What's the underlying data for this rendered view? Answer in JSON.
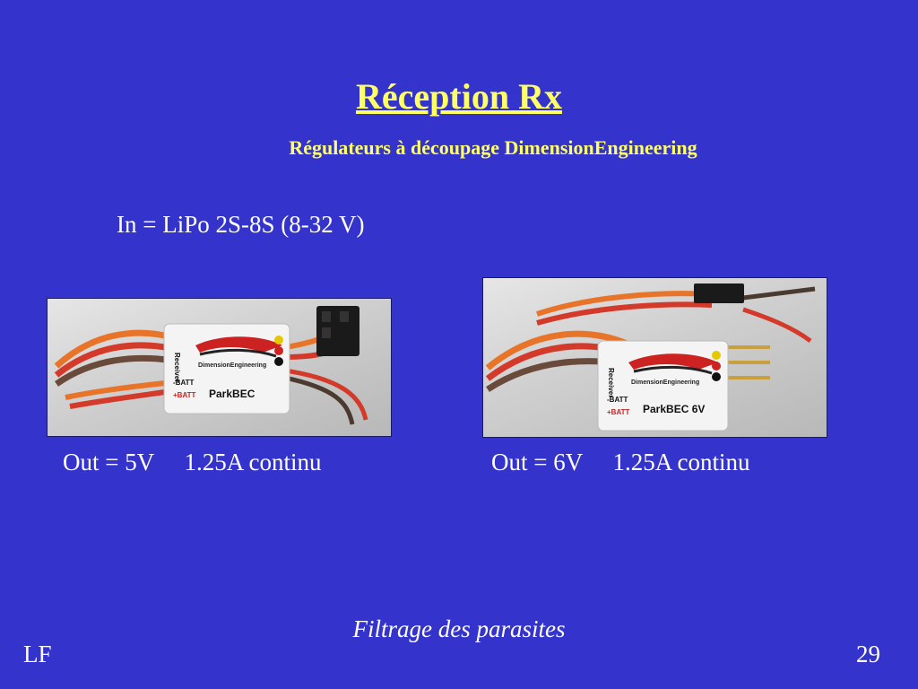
{
  "slide": {
    "title": "Réception Rx",
    "subtitle": "Régulateurs à découpage DimensionEngineering",
    "input": "In = LiPo 2S-8S (8-32 V)",
    "footer_note": "Filtrage des parasites",
    "author": "LF",
    "page_number": "29"
  },
  "products": [
    {
      "caption": "Out = 5V     1.25A continu",
      "module_brand": "DimensionEngineering",
      "module_name": "ParkBEC",
      "module_side": "Receiver",
      "batt_minus": "-BATT",
      "batt_plus": "+BATT"
    },
    {
      "caption": "Out = 6V     1.25A continu",
      "module_brand": "DimensionEngineering",
      "module_name": "ParkBEC 6V",
      "module_side": "Receiver",
      "batt_minus": "-BATT",
      "batt_plus": "+BATT"
    }
  ],
  "colors": {
    "background": "#3434cc",
    "title": "#ffff66",
    "text": "#ffffff"
  }
}
